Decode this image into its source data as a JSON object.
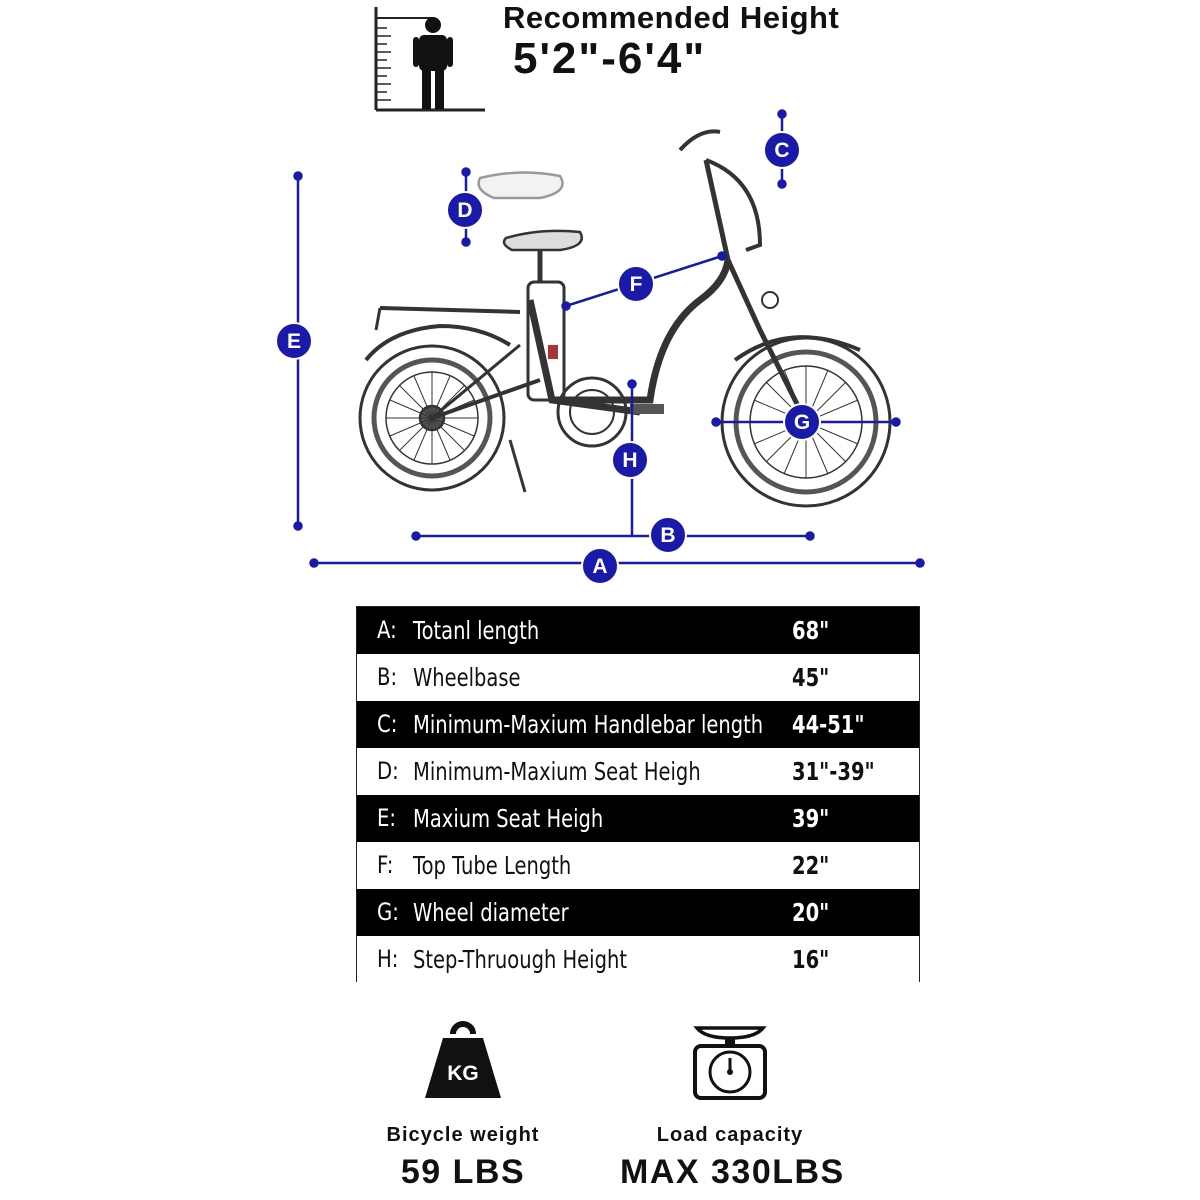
{
  "recommended": {
    "title": "Recommended Height",
    "range": "5'2\"-6'4\""
  },
  "markers": {
    "a": "A",
    "b": "B",
    "c": "C",
    "d": "D",
    "e": "E",
    "f": "F",
    "g": "G",
    "h": "H"
  },
  "accent_color": "#1a1aaa",
  "specs": [
    {
      "letter": "A:",
      "label": "Totanl length",
      "value": "68\"",
      "style": "dark"
    },
    {
      "letter": "B:",
      "label": "Wheelbase",
      "value": "45\"",
      "style": "light"
    },
    {
      "letter": "C:",
      "label": "Minimum-Maxium Handlebar length",
      "value": "44-51\"",
      "style": "dark"
    },
    {
      "letter": "D:",
      "label": "Minimum-Maxium Seat Heigh",
      "value": "31\"-39\"",
      "style": "light"
    },
    {
      "letter": "E:",
      "label": "Maxium Seat Heigh",
      "value": "39\"",
      "style": "dark"
    },
    {
      "letter": "F:",
      "label": "Top Tube Length",
      "value": "22\"",
      "style": "light"
    },
    {
      "letter": "G:",
      "label": "Wheel diameter",
      "value": "20\"",
      "style": "dark"
    },
    {
      "letter": "H:",
      "label": "Step-Thruough Height",
      "value": "16\"",
      "style": "light"
    }
  ],
  "weight": {
    "icon_text": "KG",
    "caption": "Bicycle weight",
    "value": "59 LBS"
  },
  "capacity": {
    "caption": "Load capacity",
    "value": "MAX 330LBS"
  }
}
